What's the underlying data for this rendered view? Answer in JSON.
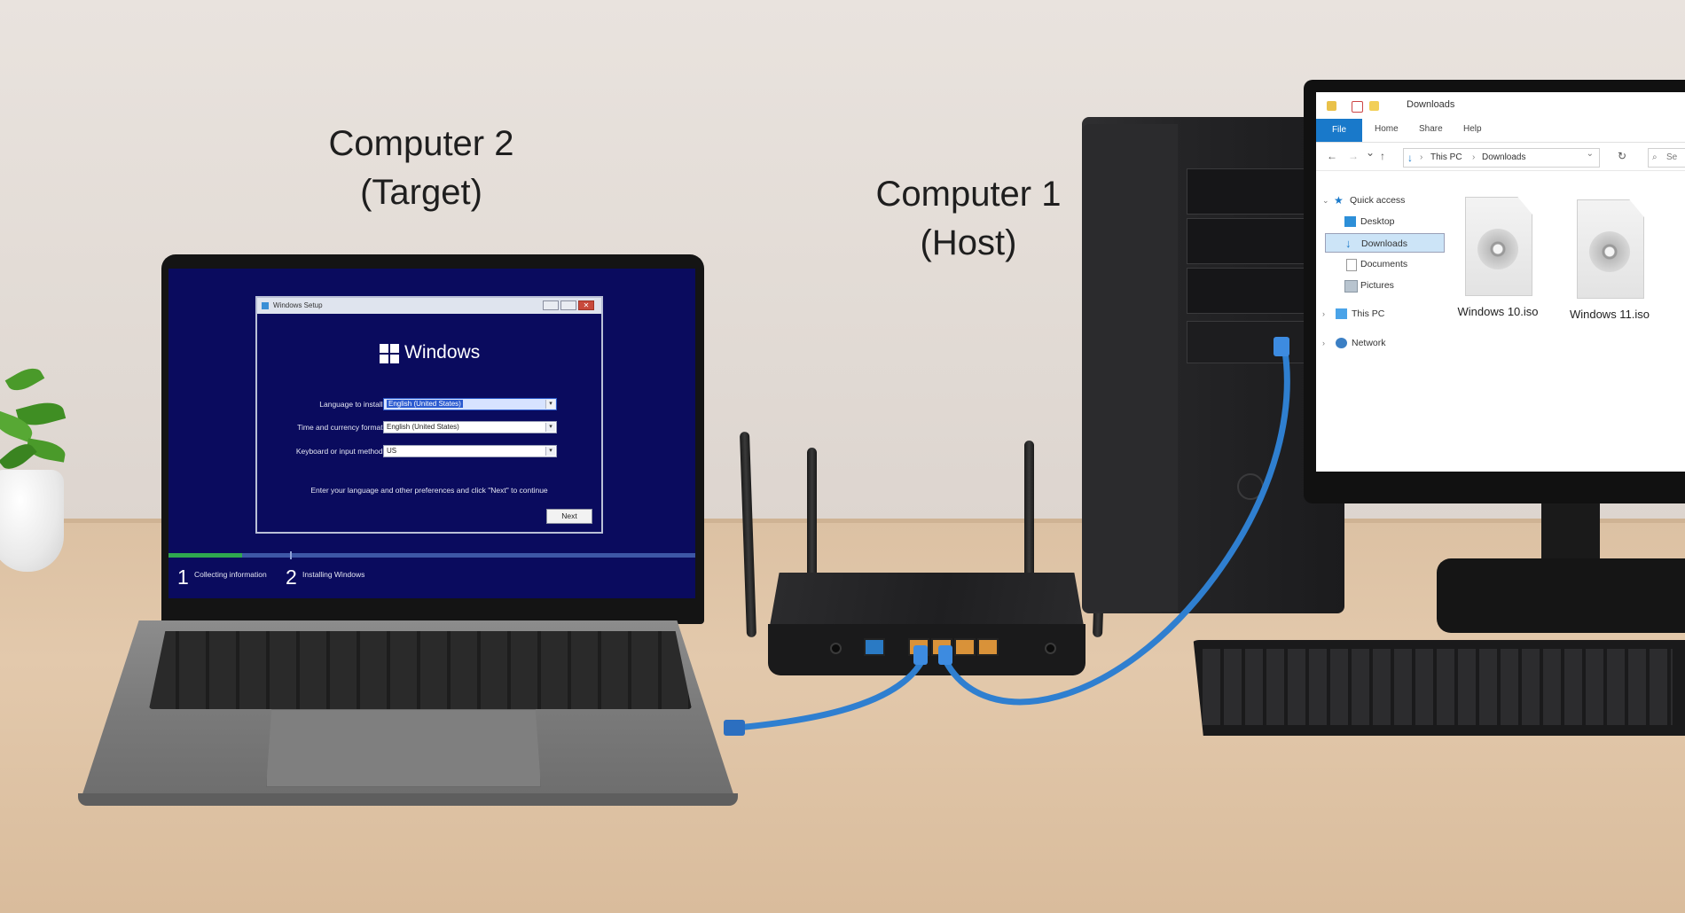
{
  "captions": {
    "target": {
      "line1": "Computer 2",
      "line2": "(Target)"
    },
    "host": {
      "line1": "Computer 1",
      "line2": "(Host)"
    }
  },
  "laptop": {
    "dialog": {
      "title": "Windows Setup",
      "close_glyph": "✕",
      "brand": "Windows",
      "fields": [
        {
          "label": "Language to install:",
          "value": "English (United States)"
        },
        {
          "label": "Time and currency format:",
          "value": "English (United States)"
        },
        {
          "label": "Keyboard or input method:",
          "value": "US"
        }
      ],
      "arrow_glyph": "▾",
      "hint": "Enter your language and other preferences and click \"Next\" to continue",
      "next_label": "Next"
    },
    "progress_fraction": 0.14,
    "steps": [
      {
        "number": "1",
        "label": "Collecting information"
      },
      {
        "number": "2",
        "label": "Installing Windows"
      }
    ]
  },
  "explorer": {
    "title": "Downloads",
    "ribbon_tabs": [
      "File",
      "Home",
      "Share",
      "Help"
    ],
    "nav_glyphs": {
      "back": "←",
      "forward": "→",
      "up": "↑",
      "dropdown": "⌄",
      "refresh": "↻"
    },
    "breadcrumb": [
      "This PC",
      "Downloads"
    ],
    "breadcrumb_sep": "›",
    "search_placeholder": "Se",
    "sidebar": [
      {
        "label": "Quick access",
        "icon": "star-icon"
      },
      {
        "label": "Desktop",
        "icon": "desktop-icon"
      },
      {
        "label": "Downloads",
        "icon": "download-icon",
        "selected": true
      },
      {
        "label": "Documents",
        "icon": "document-icon"
      },
      {
        "label": "Pictures",
        "icon": "picture-icon"
      },
      {
        "label": "This PC",
        "icon": "computer-icon"
      },
      {
        "label": "Network",
        "icon": "network-icon"
      }
    ],
    "files": [
      {
        "name": "Windows 10.iso",
        "icon": "disc-image-icon"
      },
      {
        "name": "Windows 11.iso",
        "icon": "disc-image-icon"
      }
    ]
  },
  "colors": {
    "setup_blue": "#0a0b5e",
    "progress_green": "#2fa84f",
    "ethernet_blue": "#2f7fd0",
    "explorer_accent": "#1979ca",
    "router_lan_port": "#d99239",
    "router_wan_port": "#2a7ac4"
  }
}
